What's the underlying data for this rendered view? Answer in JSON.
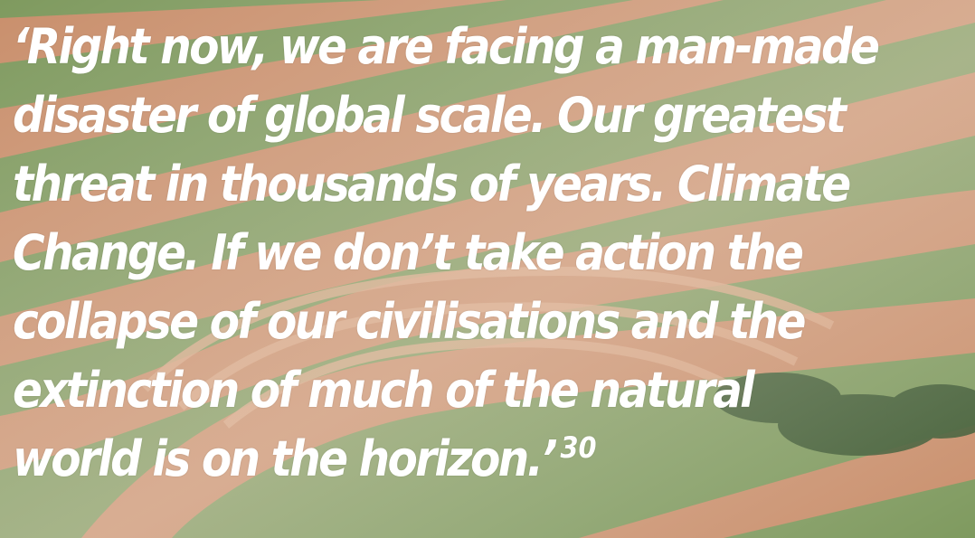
{
  "quote": {
    "lines": [
      "‘Right now, we are facing a man-made",
      "disaster of global scale. Our greatest",
      "threat in thousands of years. Climate",
      "Change. If we don’t take action the",
      "collapse of our civilisations and the",
      "extinction of much of the natural",
      "world is on the horizon.’"
    ],
    "footnote": "30"
  },
  "background": {
    "soil_color": "#c98f6c",
    "grass_color": "#7f9a5f",
    "tree_color": "#3f5a34"
  }
}
